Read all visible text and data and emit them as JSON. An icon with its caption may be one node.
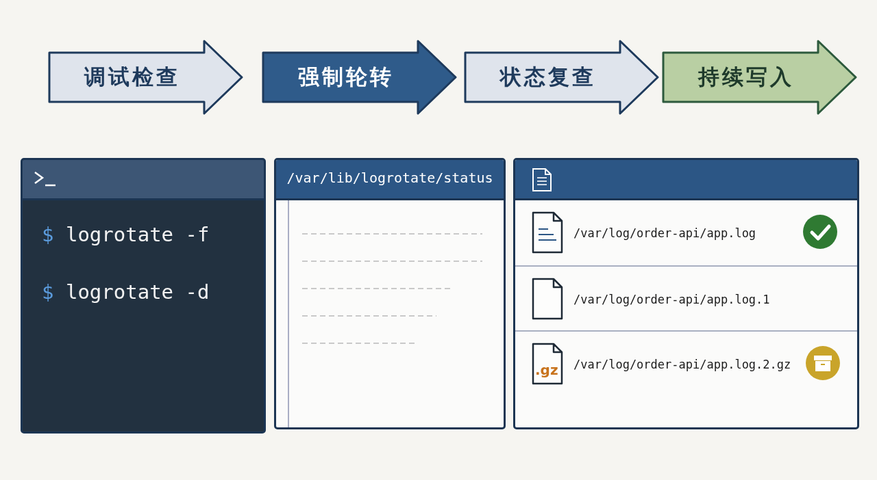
{
  "diagram": {
    "nodes": [
      {
        "text": [
          "调试检查"
        ]
      },
      {
        "text": [
          "强制轮转"
        ]
      },
      {
        "text": [
          "状态复查"
        ]
      },
      {
        "text": [
          "持续写入"
        ]
      },
      {
        "text": [
          "$ logrotate -f",
          "$ logrotate -d"
        ]
      },
      {
        "text": [
          "/var/lib/logrotate/status"
        ]
      },
      {
        "text": [],
        "shape": "box"
      },
      {
        "text": [
          "/var/log/order-api/app.log"
        ],
        "in": 6
      },
      {
        "text": [
          "/var/log/order-api/app.log.1"
        ],
        "in": 6
      },
      {
        "text": [
          "/var/log/order-api/app.log.2.gz"
        ],
        "in": 6
      }
    ],
    "labels": [
      ".gz"
    ]
  }
}
